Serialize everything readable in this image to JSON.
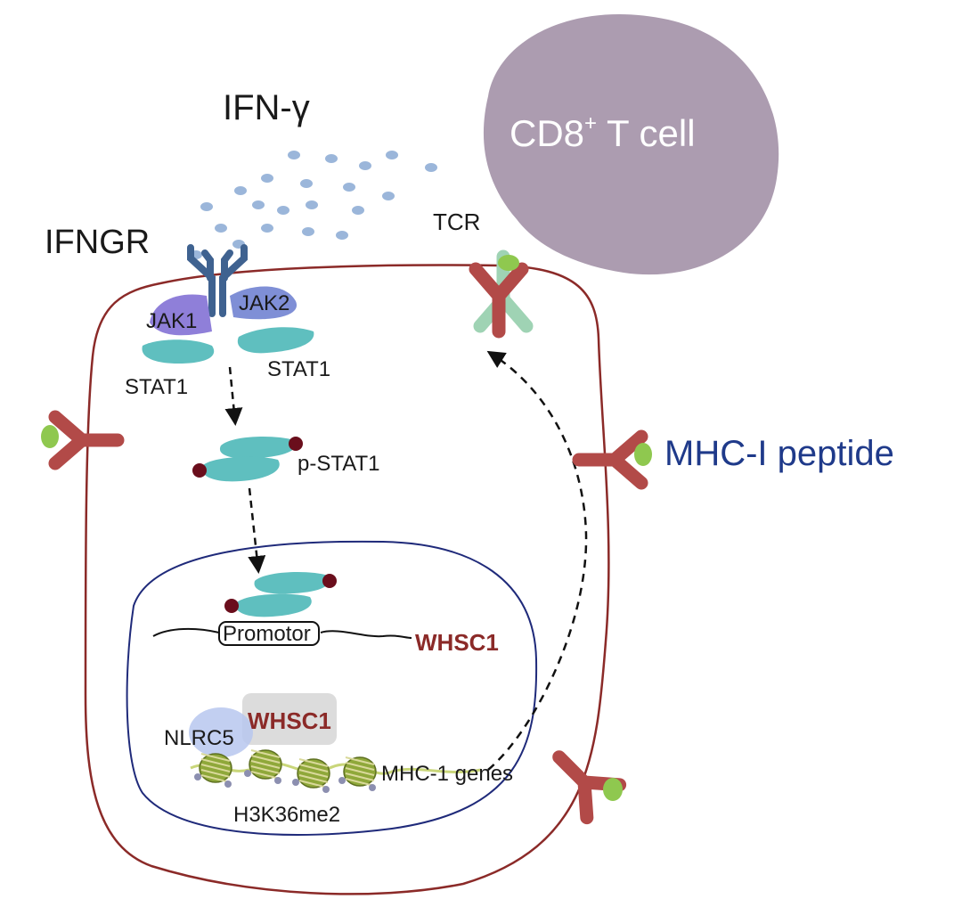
{
  "labels": {
    "ifn_gamma": "IFN-γ",
    "ifngr": "IFNGR",
    "cd8_main": "CD8",
    "cd8_sup": "+",
    "cd8_rest": " T cell",
    "tcr": "TCR",
    "jak1": "JAK1",
    "jak2": "JAK2",
    "stat1_left": "STAT1",
    "stat1_right": "STAT1",
    "p_stat1": "p-STAT1",
    "promotor": "Promotor",
    "whsc1_gene": "WHSC1",
    "whsc1_protein": "WHSC1",
    "nlrc5": "NLRC5",
    "mhc1_genes": "MHC-1 genes",
    "h3k36me2": "H3K36me2",
    "mhc_peptide": "MHC-I peptide"
  },
  "colors": {
    "cell_membrane": "#8b2a28",
    "nucleus_membrane": "#1f2a7a",
    "t_cell": "#ac9cb0",
    "ifn_dot": "#9bb6da",
    "receptor": "#3f6290",
    "jak1": "#8f7fd9",
    "jak2": "#7f8fd6",
    "stat1": "#5fbfbf",
    "phospho": "#6a0e1c",
    "mhc": "#b24a48",
    "peptide": "#8fc84f",
    "tcr": "#9fd3b4",
    "whsc1_text": "#8b2a28",
    "mhc_peptide_text": "#1f3a8a",
    "nucleosome": "#8fa83a"
  }
}
